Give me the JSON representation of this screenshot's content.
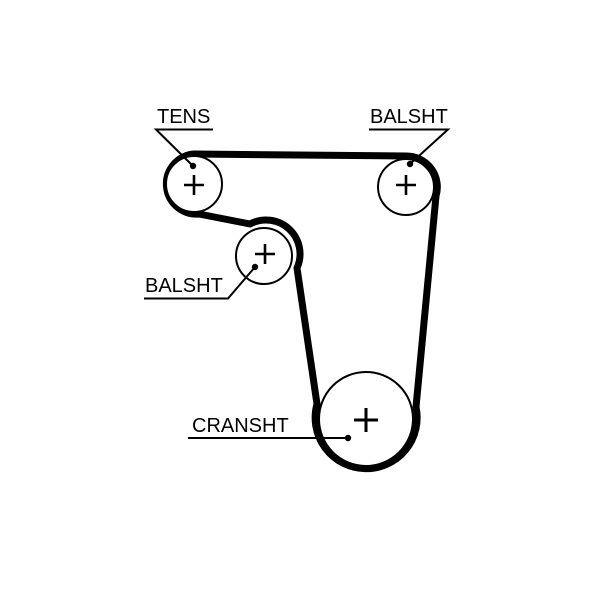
{
  "diagram": {
    "kind": "timing-belt-routing-diagram",
    "colors": {
      "background": "#ffffff",
      "line": "#000000"
    },
    "labels": [
      {
        "id": "tens",
        "text": "TENS"
      },
      {
        "id": "balsht-top",
        "text": "BALSHT"
      },
      {
        "id": "balsht-mid",
        "text": "BALSHT"
      },
      {
        "id": "cransht",
        "text": "CRANSHT"
      }
    ],
    "pulleys": [
      {
        "name": "tensioner",
        "label": "TENS",
        "marker": "crosshair"
      },
      {
        "name": "balance-shaft-top",
        "label": "BALSHT",
        "marker": "crosshair"
      },
      {
        "name": "balance-shaft-middle",
        "label": "BALSHT",
        "marker": "crosshair"
      },
      {
        "name": "crankshaft",
        "label": "CRANSHT",
        "marker": "crosshair"
      }
    ]
  }
}
